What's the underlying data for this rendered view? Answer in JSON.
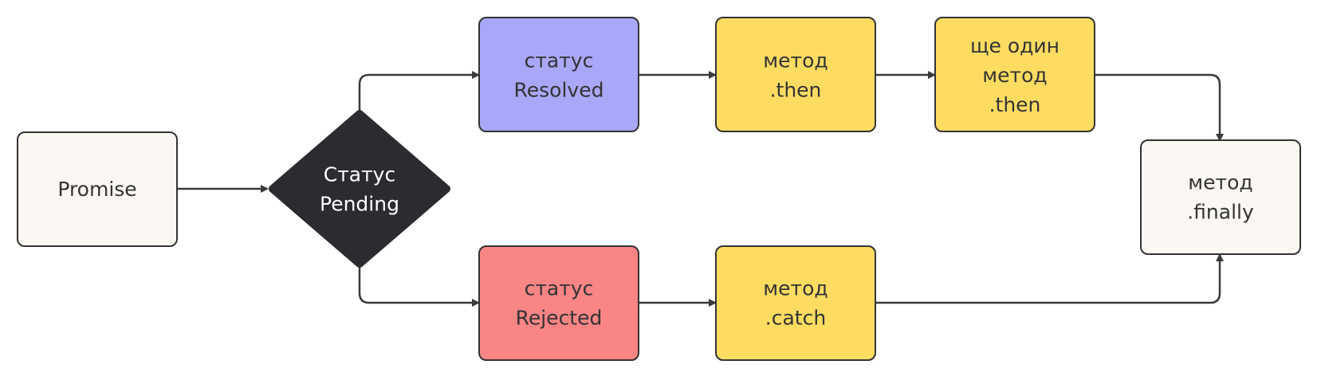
{
  "colors": {
    "neutral": "#fbf8f3",
    "resolved": "#a9a7f7",
    "rejected": "#f98585",
    "method": "#fedc62",
    "decision": "#2b2c31",
    "stroke": "#333333",
    "edge": "#3a3a3a"
  },
  "nodes": {
    "promise": {
      "lines": [
        "Promise"
      ]
    },
    "pending": {
      "lines": [
        "Статус",
        "Pending"
      ]
    },
    "resolved": {
      "lines": [
        "статус",
        "Resolved"
      ]
    },
    "then1": {
      "lines": [
        "метод",
        ".then"
      ]
    },
    "then2": {
      "lines": [
        "ще один",
        "метод",
        ".then"
      ]
    },
    "rejected": {
      "lines": [
        "статус",
        "Rejected"
      ]
    },
    "catch": {
      "lines": [
        "метод",
        ".catch"
      ]
    },
    "finally": {
      "lines": [
        "метод",
        ".finally"
      ]
    }
  },
  "edges": [
    {
      "from": "promise",
      "to": "pending"
    },
    {
      "from": "pending",
      "to": "resolved"
    },
    {
      "from": "pending",
      "to": "rejected"
    },
    {
      "from": "resolved",
      "to": "then1"
    },
    {
      "from": "then1",
      "to": "then2"
    },
    {
      "from": "then2",
      "to": "finally"
    },
    {
      "from": "rejected",
      "to": "catch"
    },
    {
      "from": "catch",
      "to": "finally"
    }
  ]
}
